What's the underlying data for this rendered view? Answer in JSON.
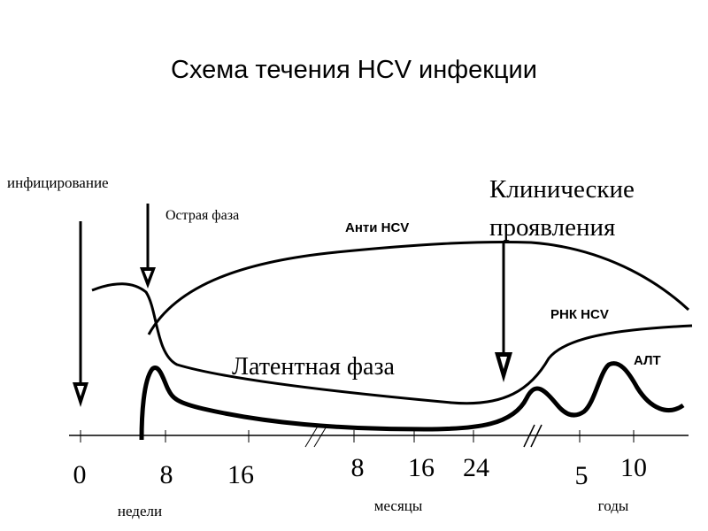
{
  "title": "Схема течения HCV инфекции",
  "annotations": {
    "infection": "инфицирование",
    "acute_phase": "Острая фаза",
    "clinical_line1": "Клинические",
    "clinical_line2": "проявления",
    "latent_phase": "Латентная фаза"
  },
  "curve_labels": {
    "anti_hcv": "Анти HCV",
    "rna_hcv": "РНК HCV",
    "alt": "АЛТ"
  },
  "axis": {
    "weeks_ticks": [
      "0",
      "8",
      "16"
    ],
    "months_ticks": [
      "8",
      "16",
      "24"
    ],
    "years_ticks": [
      "5",
      "10"
    ],
    "weeks_unit": "недели",
    "months_unit": "месяцы",
    "years_unit": "годы"
  }
}
